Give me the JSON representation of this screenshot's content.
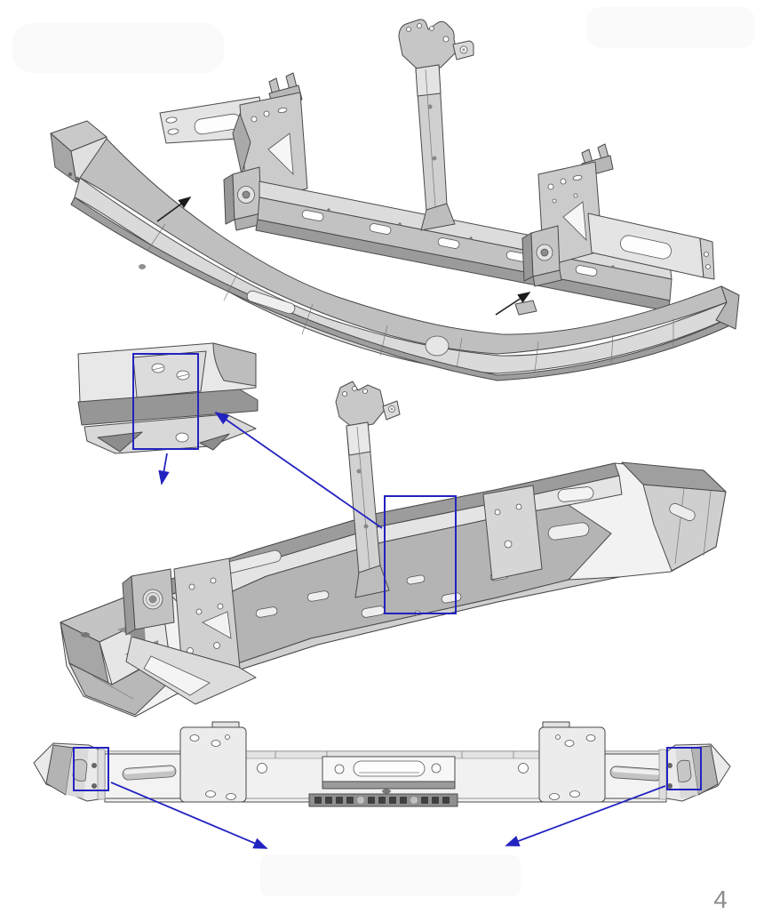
{
  "page": {
    "number": "4"
  },
  "colors": {
    "background": "#ffffff",
    "annotation_blue": "#2323c1",
    "arrow_black": "#1b1b1b",
    "page_number_gray": "#8c8c8c",
    "part_outline": "#4a4a4a",
    "part_light": "#ededed",
    "part_mid": "#c9c9c9",
    "part_dark": "#9c9c9c"
  },
  "annotations": {
    "black_pointer_arrows": 2,
    "blue_highlight_boxes": 4,
    "blue_leader_arrows": 4
  }
}
